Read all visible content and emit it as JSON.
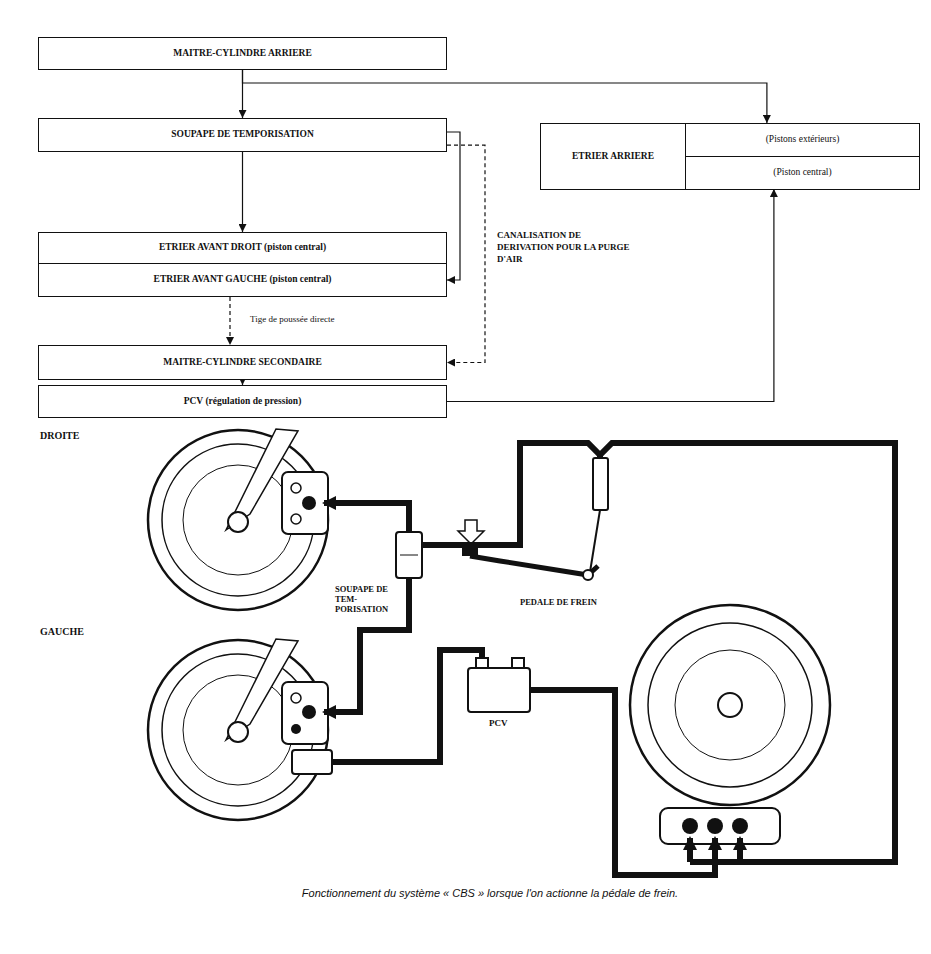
{
  "diagram": {
    "caption": "Fonctionnement du système « CBS » lorsque l'on actionne la pédale de frein.",
    "nodes": [
      {
        "text": [
          "MAITRE-CYLINDRE ARRIERE"
        ]
      },
      {
        "text": [
          "SOUPAPE DE TEMPORISATION"
        ]
      },
      {
        "text": [
          "ETRIER ARRIERE"
        ]
      },
      {
        "text": [
          "(Pistons extérieurs)"
        ],
        "in": 2
      },
      {
        "text": [
          "(Piston central)"
        ],
        "in": 2
      },
      {
        "text": [
          "ETRIER AVANT DROIT (piston central)"
        ]
      },
      {
        "text": [
          "ETRIER AVANT GAUCHE (piston central)"
        ]
      },
      {
        "text": [
          "MAITRE-CYLINDRE SECONDAIRE"
        ]
      },
      {
        "text": [
          "PCV (régulation de pression)"
        ]
      }
    ],
    "edges": [
      {
        "from": 0,
        "to": 1,
        "arrow": "to"
      },
      {
        "from": 0,
        "to": 3,
        "arrow": "to"
      },
      {
        "from": 1,
        "to": 5,
        "arrow": "to"
      },
      {
        "from": 1,
        "to": 6,
        "arrow": "to"
      },
      {
        "from": 1,
        "to": 7,
        "arrow": "to",
        "label": "CANALISATION DE DERIVATION POUR LA PURGE D'AIR"
      },
      {
        "from": 6,
        "to": 7,
        "arrow": "to",
        "label": "Tige de poussée directe"
      },
      {
        "from": 7,
        "to": 8,
        "arrow": "to"
      },
      {
        "from": 8,
        "to": 4,
        "arrow": "to"
      }
    ],
    "labels": [
      "DROITE",
      "GAUCHE",
      "SOUPAPE DE TEM- PORISATION",
      "PEDALE DE FREIN",
      "PCV"
    ]
  }
}
